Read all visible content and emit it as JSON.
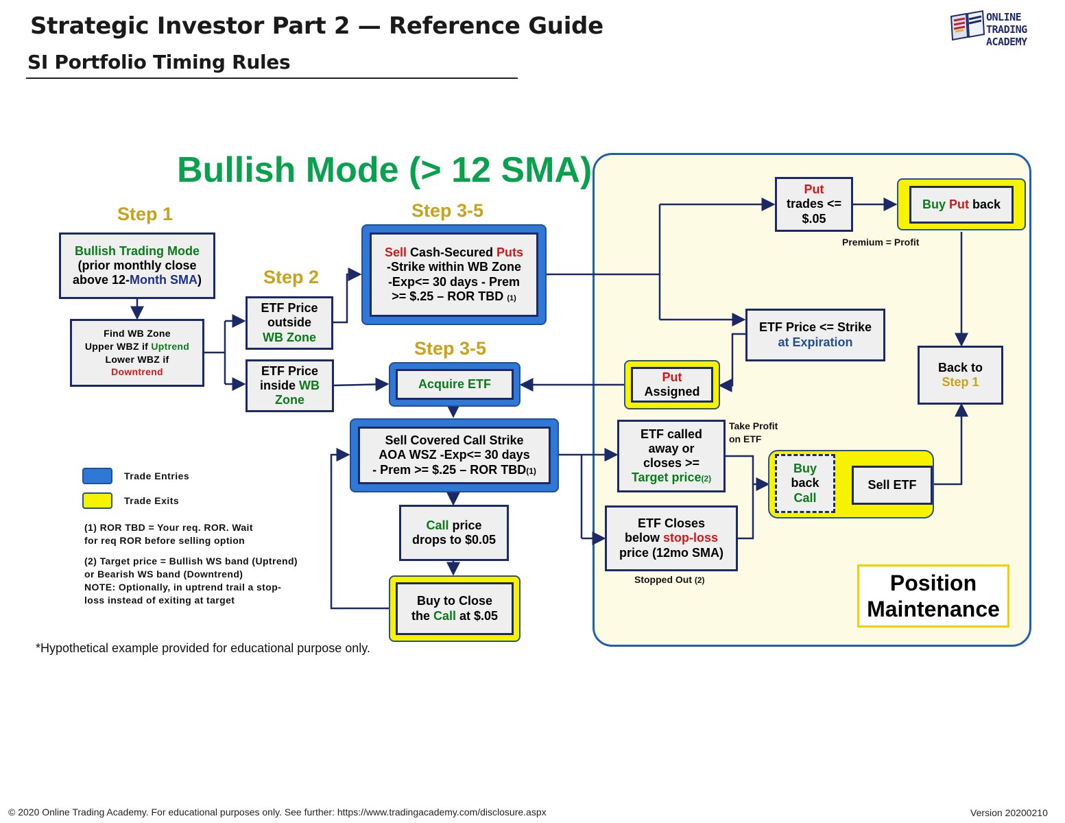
{
  "header": {
    "title": "Strategic Investor Part 2 — Reference Guide",
    "subtitle": "SI Portfolio Timing Rules",
    "logo_line1": "ONLINE TRADING",
    "logo_line2": "ACADEMY"
  },
  "diagram": {
    "mode_title": "Bullish Mode (> 12 SMA)",
    "steps": {
      "step1": "Step 1",
      "step2": "Step 2",
      "step35_top": "Step 3-5",
      "step35_mid": "Step 3-5"
    },
    "nodes": {
      "bullish_mode": {
        "l1a": "Bullish Trading Mode",
        "l2": "(prior monthly close",
        "l3a": "above 12-",
        "l3b": "Month SMA",
        "l3c": ")"
      },
      "find_wb": {
        "l1": "Find WB Zone",
        "l2a": "Upper WBZ if ",
        "l2b": "Uptrend",
        "l3": "Lower WBZ if",
        "l4": "Downtrend"
      },
      "etf_outside": {
        "l1": "ETF Price",
        "l2": "outside",
        "l3": "WB Zone"
      },
      "etf_inside": {
        "l1": "ETF Price",
        "l2a": "inside ",
        "l2b": "WB",
        "l3": "Zone"
      },
      "sell_puts": {
        "l1a": "Sell",
        "l1b": " Cash-Secured ",
        "l1c": "Puts",
        "l2": "-Strike within WB Zone",
        "l3": "-Exp<= 30 days - Prem",
        "l4": ">= $.25 – ROR TBD",
        "l4sup": "(1)"
      },
      "acquire_etf": {
        "l1a": "Acquire",
        "l1b": " ETF"
      },
      "sell_cc": {
        "l1": "Sell Covered Call Strike",
        "l2": "AOA WSZ -Exp<= 30 days",
        "l3": "- Prem >= $.25 – ROR TBD",
        "l3sup": "(1)"
      },
      "call_drops": {
        "l1a": "Call",
        "l1b": " price",
        "l2": "drops to $0.05"
      },
      "buy_close": {
        "l1": "Buy to Close",
        "l2a": "the ",
        "l2b": "Call",
        "l2c": " at $.05"
      },
      "put_trades": {
        "l1": "Put",
        "l2": "trades <=",
        "l3": "$.05"
      },
      "buy_put_back": {
        "l1a": "Buy ",
        "l1b": "Put",
        "l1c": " back"
      },
      "premium_profit": "Premium = Profit",
      "etf_strike": {
        "l1": "ETF Price <= Strike",
        "l2": "at Expiration"
      },
      "put_assigned": {
        "l1": "Put",
        "l2": "Assigned"
      },
      "back_step1": {
        "l1": "Back to",
        "l2": "Step 1"
      },
      "etf_called": {
        "l1": "ETF called",
        "l2": "away or",
        "l3": "closes >=",
        "l4": "Target price",
        "l4sup": "(2)"
      },
      "take_profit": {
        "l1": "Take Profit",
        "l2": "on ETF"
      },
      "buy_back_call": {
        "l1": "Buy",
        "l2": "back",
        "l3": "Call"
      },
      "sell_etf": "Sell ETF",
      "etf_closes": {
        "l1": "ETF Closes",
        "l2a": "below ",
        "l2b": "stop-loss",
        "l3": "price (12mo SMA)"
      },
      "stopped_out": {
        "l1": "Stopped Out",
        "l1sup": "(2)"
      }
    },
    "panel_label": {
      "l1": "Position",
      "l2": "Maintenance"
    },
    "legend": {
      "entries": "Trade Entries",
      "exits": "Trade Exits"
    },
    "notes": {
      "n1a": "(1)  ROR TBD =  Your req. ROR. Wait",
      "n1b": "for req ROR before selling option",
      "n2a": "(2) Target price = Bullish WS band (Uptrend)",
      "n2b": "or Bearish WS band (Downtrend)",
      "n2c": "NOTE: Optionally, in uptrend trail a stop-",
      "n2d": "loss instead of exiting at target"
    },
    "disclaimer": "*Hypothetical example provided for educational purpose only."
  },
  "footer": {
    "copyright": "© 2020 Online Trading Academy. For educational purposes only. See further: https://www.tradingacademy.com/disclosure.aspx",
    "version": "Version 20200210"
  },
  "colors": {
    "green": "#0aa14e",
    "gold": "#c9a11a",
    "entry_blue": "#2f78d6",
    "exit_yellow": "#f6f200",
    "red": "#d01818",
    "navy": "#1b2a66"
  }
}
